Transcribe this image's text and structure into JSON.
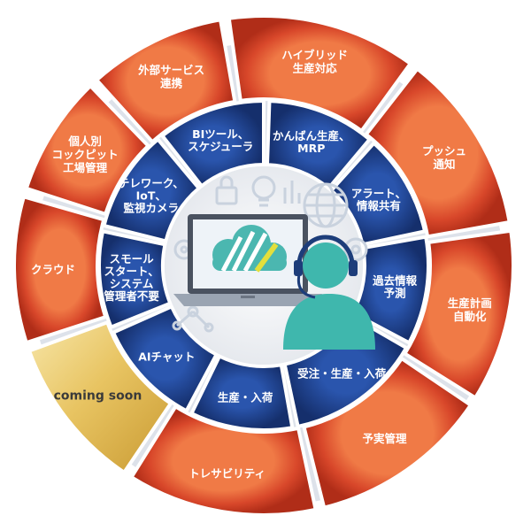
{
  "outer_ring": [
    {
      "id": "external-service",
      "lines": [
        "外部サービス",
        "連携"
      ],
      "angle": 321
    },
    {
      "id": "hybrid",
      "lines": [
        "ハイブリッド",
        "生産対応"
      ],
      "angle": 14
    },
    {
      "id": "push",
      "lines": [
        "プッシュ",
        "通知"
      ],
      "angle": 60
    },
    {
      "id": "production-plan",
      "lines": [
        "生産計画",
        "自動化"
      ],
      "angle": 102
    },
    {
      "id": "budget",
      "lines": [
        "予実管理"
      ],
      "angle": 145
    },
    {
      "id": "traceability",
      "lines": [
        "トレサビリティ"
      ],
      "angle": 192
    },
    {
      "id": "coming-soon",
      "lines": [
        "coming soon"
      ],
      "angle": 232
    },
    {
      "id": "cloud",
      "lines": [
        "クラウド"
      ],
      "angle": 273
    },
    {
      "id": "cockpit",
      "lines": [
        "個人別",
        "コックピット",
        "工場管理"
      ],
      "angle": 300
    }
  ],
  "inner_ring": [
    {
      "id": "bi-tools",
      "lines": [
        "BIツール、",
        "スケジューラ"
      ]
    },
    {
      "id": "kanban",
      "lines": [
        "かんばん生産、",
        "MRP"
      ]
    },
    {
      "id": "alert",
      "lines": [
        "アラート、",
        "情報共有"
      ]
    },
    {
      "id": "forecast",
      "lines": [
        "過去情報",
        "予測"
      ]
    },
    {
      "id": "order",
      "lines": [
        "受注・生産・入荷"
      ]
    },
    {
      "id": "production-arrival",
      "lines": [
        "生産・入荷"
      ]
    },
    {
      "id": "ai-chat",
      "lines": [
        "AIチャット"
      ]
    },
    {
      "id": "small-start",
      "lines": [
        "スモール",
        "スタート、",
        "システム",
        "管理者不要"
      ]
    },
    {
      "id": "telework",
      "lines": [
        "テレワーク、",
        "IoT、",
        "監視カメラ"
      ]
    }
  ],
  "colors": {
    "outer_red": "#d8472a",
    "outer_dark": "#b8321c",
    "outer_light": "#ee6a3a",
    "inner_blue": "#1e3f8c",
    "inner_dark": "#16306e",
    "gold": "#e7c466",
    "teal": "#3fb7ad",
    "center_bg": "#f2f4f7"
  },
  "icons": [
    "laptop-icon",
    "cloud-icon",
    "headset-person-icon",
    "lightbulb-icon",
    "globe-icon",
    "gear-icon",
    "lock-icon",
    "network-icon",
    "chart-icon"
  ]
}
